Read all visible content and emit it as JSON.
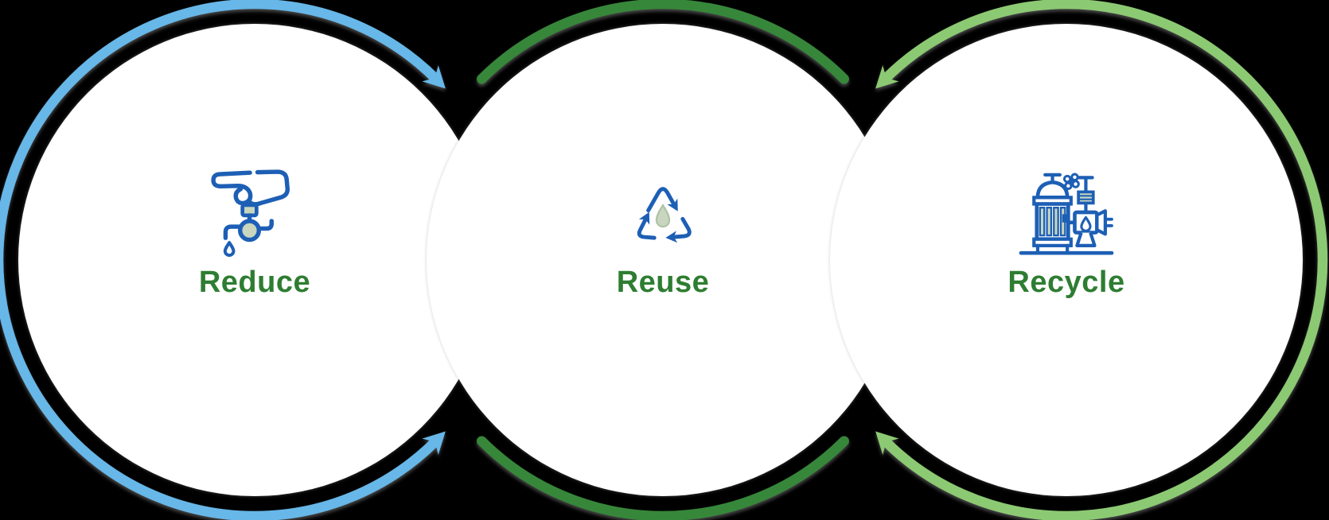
{
  "diagram": {
    "background_color": "#000000",
    "label_color": "#2E7D32",
    "icon_stroke_color": "#1D5FB5",
    "icon_fill_color": "#C8D6BF",
    "steps": [
      {
        "label": "Reduce",
        "icon": "hand-turning-off-water-tap-icon",
        "ring_color": "#67B7E8",
        "ring_style": "arc around circle with arrowheads at both ends pointing toward Reuse junction"
      },
      {
        "label": "Reuse",
        "icon": "recycling-arrows-water-drop-icon",
        "ring_color": "#37873A",
        "ring_style": "two arcs (top and bottom) with blunt ends, no arrowheads"
      },
      {
        "label": "Recycle",
        "icon": "water-pump-machine-icon",
        "ring_color": "#8CC973",
        "ring_style": "arc around circle with arrowheads at both ends pointing toward Reuse junction"
      }
    ]
  }
}
